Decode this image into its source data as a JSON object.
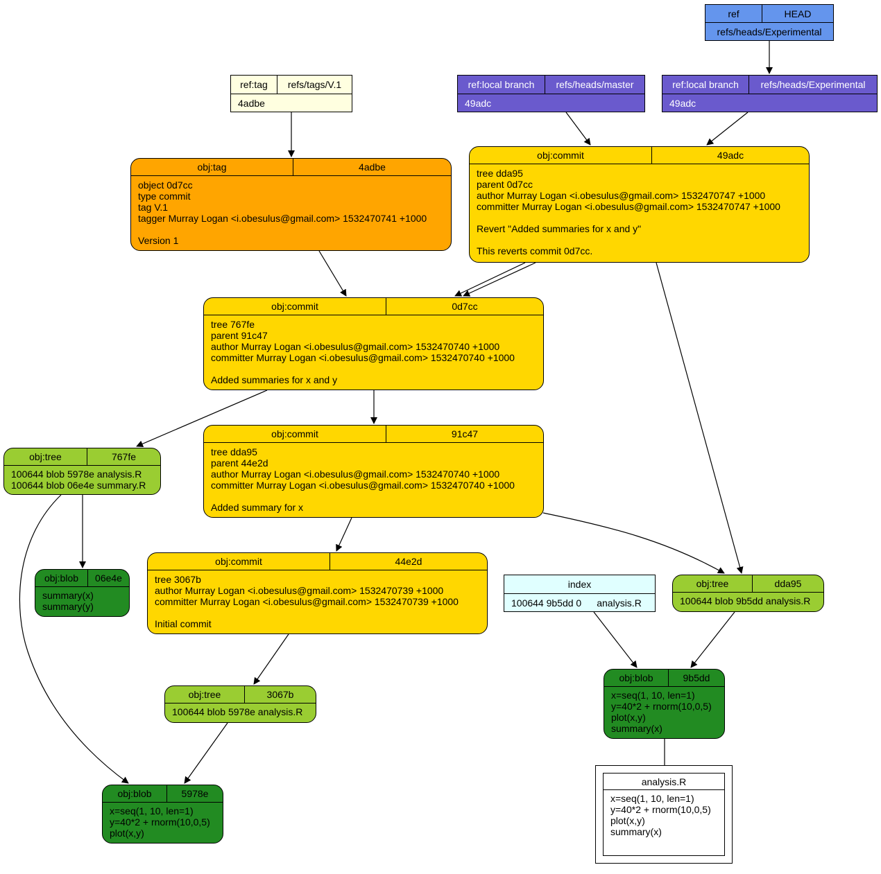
{
  "head_ref": {
    "type": "ref",
    "name": "HEAD",
    "target": "refs/heads/Experimental"
  },
  "tag_ref": {
    "type": "ref:tag",
    "name": "refs/tags/V.1",
    "target": "4adbe"
  },
  "master_ref": {
    "type": "ref:local branch",
    "name": "refs/heads/master",
    "target": "49adc"
  },
  "experimental_ref": {
    "type": "ref:local branch",
    "name": "refs/heads/Experimental",
    "target": "49adc"
  },
  "tag_obj": {
    "type": "obj:tag",
    "hash": "4adbe",
    "body": "object 0d7cc\ntype commit\ntag V.1\ntagger Murray Logan <i.obesulus@gmail.com> 1532470741 +1000\n\nVersion 1"
  },
  "commit_49adc": {
    "type": "obj:commit",
    "hash": "49adc",
    "body": "tree dda95\nparent 0d7cc\nauthor Murray Logan <i.obesulus@gmail.com> 1532470747 +1000\ncommitter Murray Logan <i.obesulus@gmail.com> 1532470747 +1000\n\nRevert \"Added summaries for x and y\"\n\nThis reverts commit 0d7cc."
  },
  "commit_0d7cc": {
    "type": "obj:commit",
    "hash": "0d7cc",
    "body": "tree 767fe\nparent 91c47\nauthor Murray Logan <i.obesulus@gmail.com> 1532470740 +1000\ncommitter Murray Logan <i.obesulus@gmail.com> 1532470740 +1000\n\nAdded summaries for x and y"
  },
  "commit_91c47": {
    "type": "obj:commit",
    "hash": "91c47",
    "body": "tree dda95\nparent 44e2d\nauthor Murray Logan <i.obesulus@gmail.com> 1532470740 +1000\ncommitter Murray Logan <i.obesulus@gmail.com> 1532470740 +1000\n\nAdded summary for x"
  },
  "commit_44e2d": {
    "type": "obj:commit",
    "hash": "44e2d",
    "body": "tree 3067b\nauthor Murray Logan <i.obesulus@gmail.com> 1532470739 +1000\ncommitter Murray Logan <i.obesulus@gmail.com> 1532470739 +1000\n\nInitial commit"
  },
  "tree_767fe": {
    "type": "obj:tree",
    "hash": "767fe",
    "body": "100644 blob 5978e analysis.R\n100644 blob 06e4e summary.R"
  },
  "tree_dda95": {
    "type": "obj:tree",
    "hash": "dda95",
    "body": "100644 blob 9b5dd analysis.R"
  },
  "tree_3067b": {
    "type": "obj:tree",
    "hash": "3067b",
    "body": "100644 blob 5978e analysis.R"
  },
  "blob_06e4e": {
    "type": "obj:blob",
    "hash": "06e4e",
    "body": "summary(x)\nsummary(y)"
  },
  "blob_9b5dd": {
    "type": "obj:blob",
    "hash": "9b5dd",
    "body": "x=seq(1, 10, len=1)\ny=40*2 + rnorm(10,0,5)\nplot(x,y)\nsummary(x)"
  },
  "blob_5978e": {
    "type": "obj:blob",
    "hash": "5978e",
    "body": "x=seq(1, 10, len=1)\ny=40*2 + rnorm(10,0,5)\nplot(x,y)"
  },
  "index": {
    "title": "index",
    "entry": "100644 9b5dd 0",
    "file": "analysis.R"
  },
  "working_file": {
    "title": "analysis.R",
    "body": "x=seq(1, 10, len=1)\ny=40*2 + rnorm(10,0,5)\nplot(x,y)\nsummary(x)"
  },
  "colors": {
    "ref_head": "#6495ed",
    "ref_branch": "#6a5acd",
    "ref_tag": "#ffffe0",
    "obj_tag": "#ffa500",
    "obj_commit": "#ffd700",
    "obj_tree": "#9acd32",
    "obj_blob": "#228b22",
    "index": "#e0ffff"
  }
}
